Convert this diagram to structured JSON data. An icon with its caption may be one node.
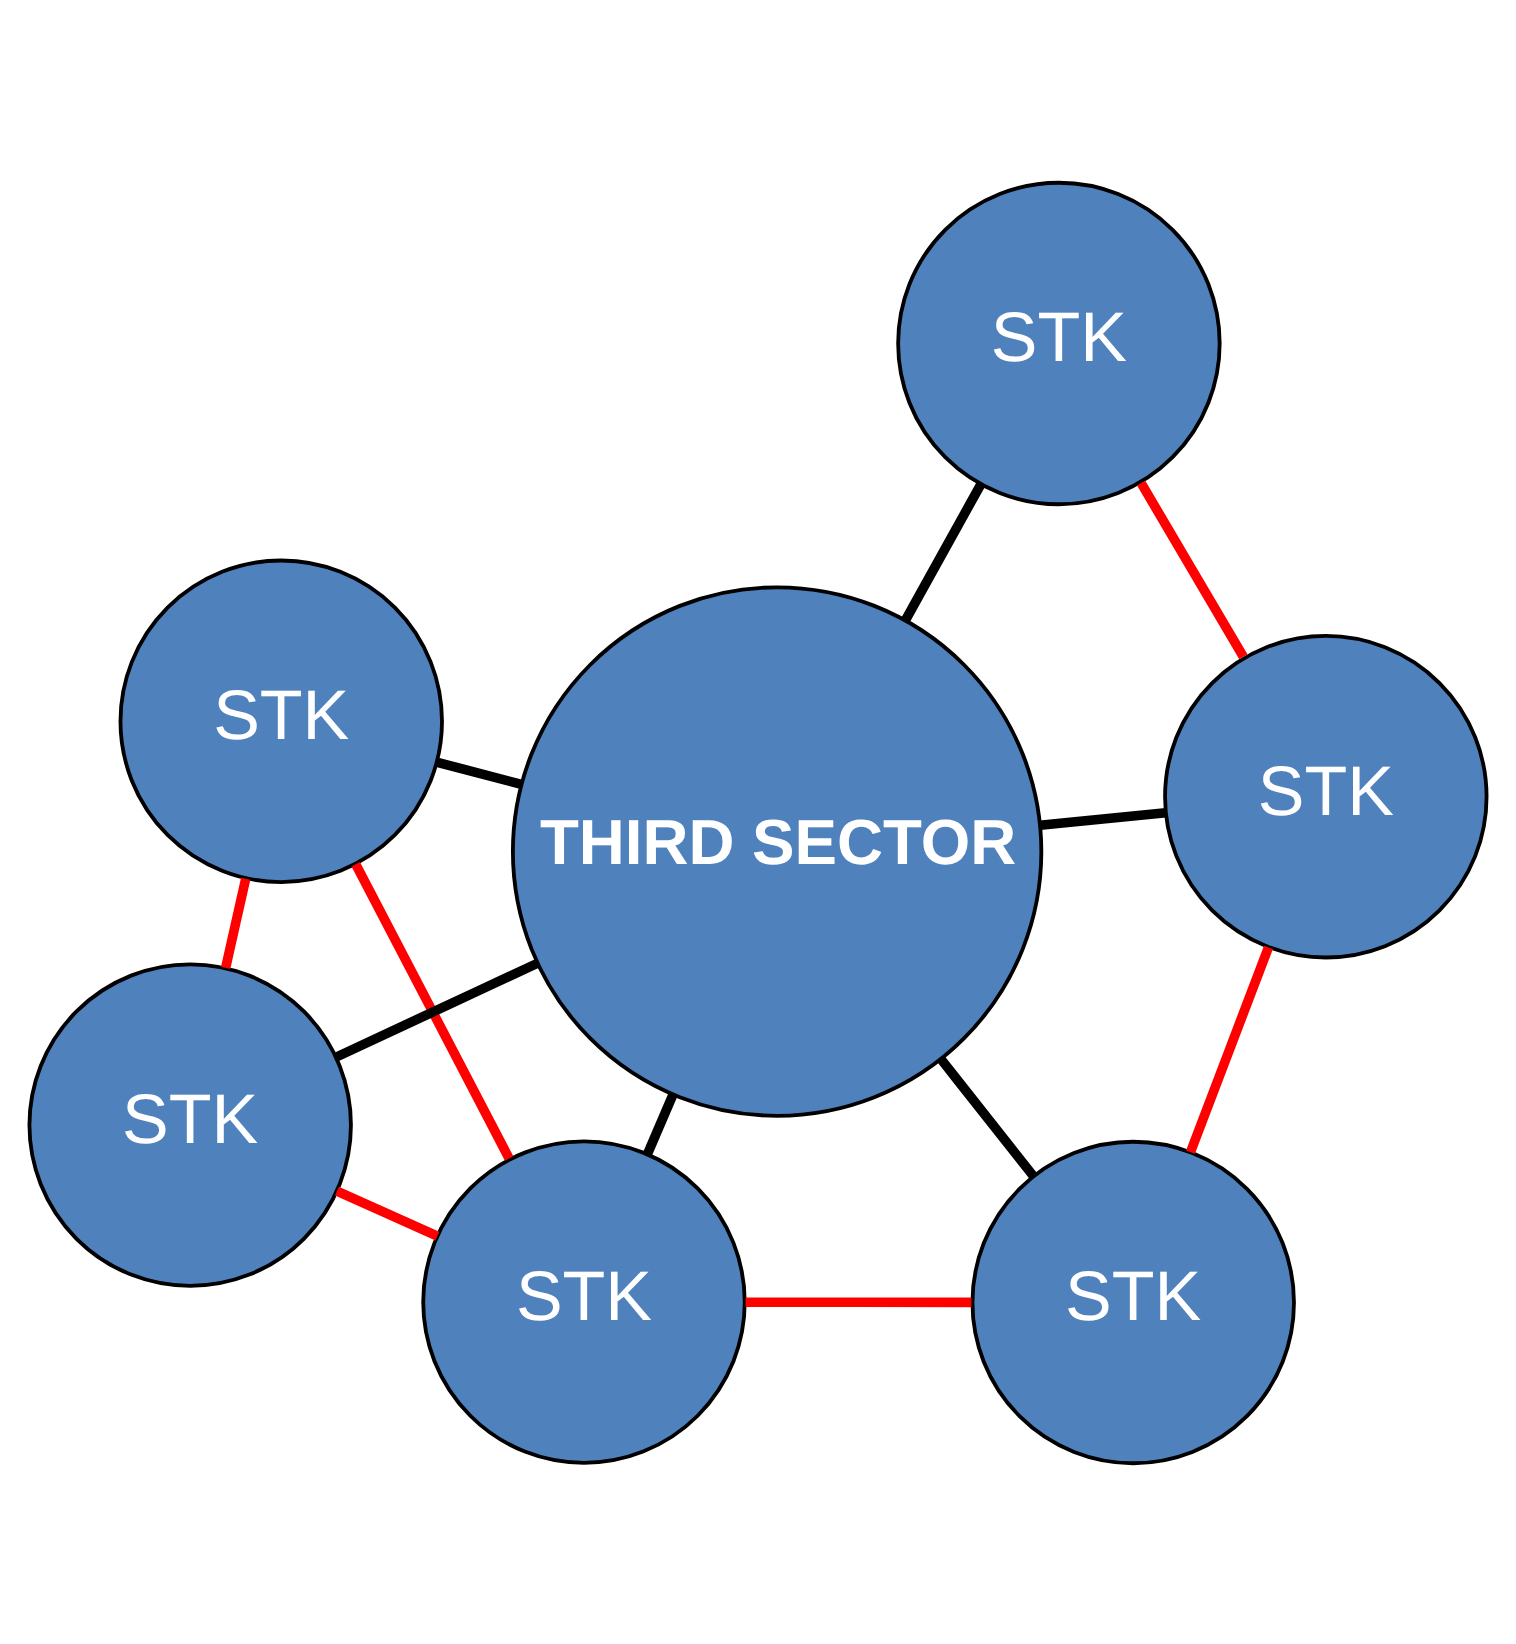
{
  "diagram": {
    "nodes": [
      {
        "text": [
          "STK"
        ]
      },
      {
        "text": [
          "STK"
        ]
      },
      {
        "text": [
          "STK"
        ]
      },
      {
        "text": [
          "THIRD SECTOR"
        ]
      },
      {
        "text": [
          "STK"
        ]
      },
      {
        "text": [
          "STK"
        ]
      },
      {
        "text": [
          "STK"
        ]
      }
    ],
    "edges": [
      {
        "from": 3,
        "to": 0,
        "arrow": "none"
      },
      {
        "from": 3,
        "to": 1,
        "arrow": "none"
      },
      {
        "from": 3,
        "to": 2,
        "arrow": "none"
      },
      {
        "from": 3,
        "to": 4,
        "arrow": "none"
      },
      {
        "from": 3,
        "to": 5,
        "arrow": "none"
      },
      {
        "from": 3,
        "to": 6,
        "arrow": "none"
      },
      {
        "from": 1,
        "to": 0,
        "arrow": "none",
        "color": "#ff0000"
      },
      {
        "from": 0,
        "to": 2,
        "arrow": "none",
        "color": "#ff0000"
      },
      {
        "from": 0,
        "to": 5,
        "arrow": "none",
        "color": "#ff0000"
      },
      {
        "from": 2,
        "to": 5,
        "arrow": "none",
        "color": "#ff0000"
      },
      {
        "from": 1,
        "to": 6,
        "arrow": "none",
        "color": "#ff0000"
      },
      {
        "from": 4,
        "to": 6,
        "arrow": "none",
        "color": "#ff0000"
      }
    ]
  }
}
